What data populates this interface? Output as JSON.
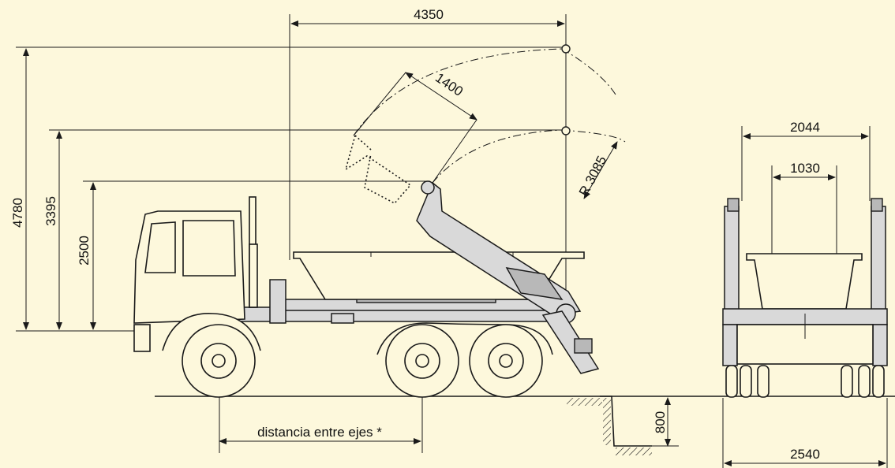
{
  "dimensions": {
    "overall_reach": "4350",
    "max_height": "4780",
    "mid_height": "3395",
    "low_height": "2500",
    "arm_length": "1400",
    "radius": "R 3085",
    "top_width": "2044",
    "inner_width": "1030",
    "pit_depth": "800",
    "overall_width": "2540",
    "wheelbase_label": "distancia entre ejes *"
  }
}
